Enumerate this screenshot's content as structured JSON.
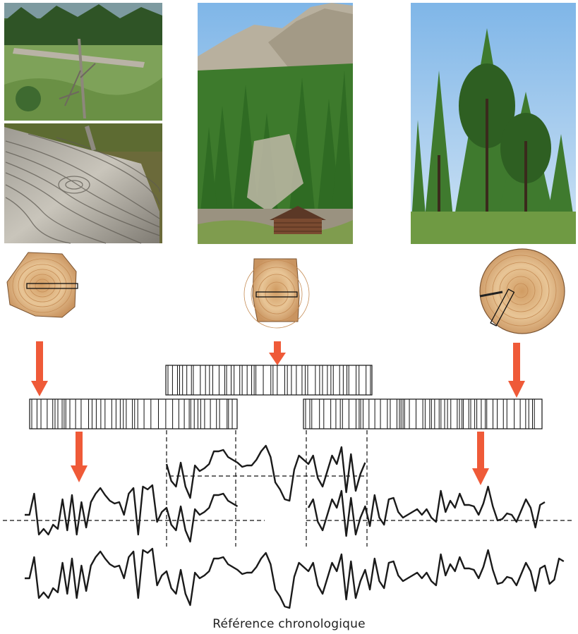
{
  "caption": "Référence chronologique",
  "colors": {
    "arrow": "#ef5a38",
    "wood_light": "#e6c08e",
    "wood_ring": "#c88f5a",
    "wood_dark": "#9a6a3a",
    "line": "#1a1a1a"
  },
  "photos": [
    {
      "subject": "dead larch trunks lying in a mountain meadow"
    },
    {
      "subject": "close-up of a weathered grey log"
    },
    {
      "subject": "old wooden chalet below a larch forest and rocky peak"
    },
    {
      "subject": "living old larch trees under blue sky"
    }
  ],
  "samples": [
    {
      "kind": "dead wood cross-section"
    },
    {
      "kind": "chalet beam cross-section"
    },
    {
      "kind": "living tree core"
    }
  ]
}
